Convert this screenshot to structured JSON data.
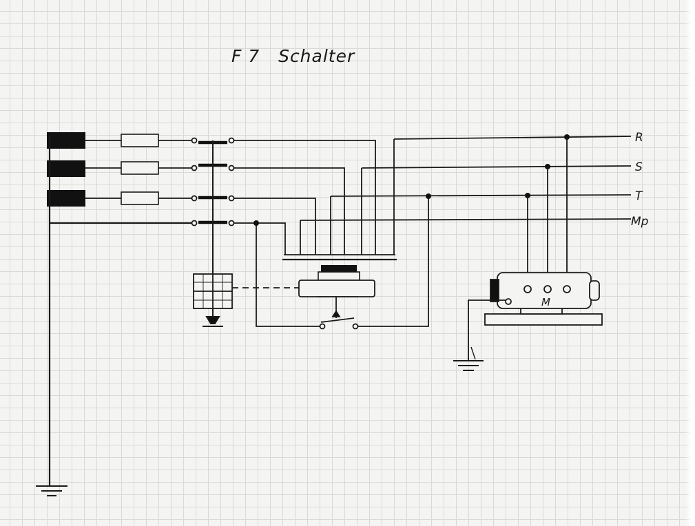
{
  "title": "F 7   Schalter",
  "lines": {
    "r_label": "R",
    "s_label": "S",
    "t_label": "T",
    "mp_label": "Mp"
  },
  "motor": {
    "label": "M"
  },
  "colors": {
    "ink": "#1a1a1a",
    "paper": "#f4f4f2",
    "grid": "#d9d9d6"
  }
}
